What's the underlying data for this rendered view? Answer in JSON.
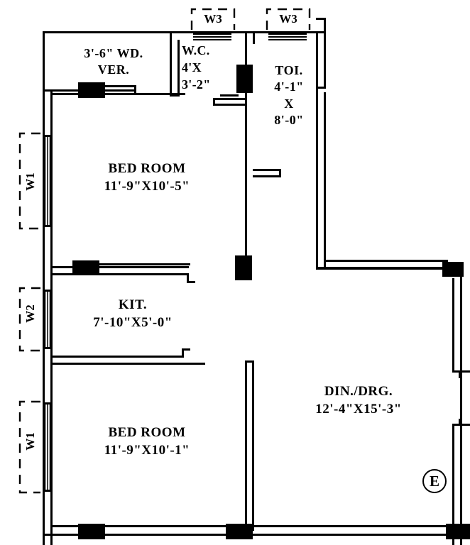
{
  "drawing": {
    "type": "architectural-floor-plan",
    "units": "feet-inches",
    "line_color": "#000000",
    "background_color": "#ffffff",
    "fill_color": "#000000"
  },
  "rooms": [
    {
      "id": "verandah",
      "name": "3'-6\" WD.",
      "sub": "VER.",
      "label": "3'-6\" WD.\nVER."
    },
    {
      "id": "bedroom-top",
      "name": "BED ROOM",
      "dimensions": "11'-9\"X10'-5\"",
      "label": "BED ROOM\n11'-9\"X10'-5\""
    },
    {
      "id": "water-closet",
      "name": "W.C.",
      "dimensions": "4'X\n3'-2\"",
      "label": "W.C.\n4'X\n3'-2\""
    },
    {
      "id": "toilet",
      "name": "TOI.",
      "dimensions": "4'-1\"\nX\n8'-0\"",
      "label": "TOI.\n4'-1\"\nX\n8'-0\""
    },
    {
      "id": "kitchen",
      "name": "KIT.",
      "dimensions": "7'-10\"X5'-0\"",
      "label": "KIT.\n7'-10\"X5'-0\""
    },
    {
      "id": "bedroom-bottom",
      "name": "BED ROOM",
      "dimensions": "11'-9\"X10'-1\"",
      "label": "BED ROOM\n11'-9\"X10'-1\""
    },
    {
      "id": "dining-drawing",
      "name": "DIN./DRG.",
      "dimensions": "12'-4\"X15'-3\"",
      "label": "DIN./DRG.\n12'-4\"X15'-3\""
    }
  ],
  "window_tags": [
    {
      "id": "w3-left",
      "label": "W3",
      "orientation": "horizontal"
    },
    {
      "id": "w3-right",
      "label": "W3",
      "orientation": "horizontal"
    },
    {
      "id": "w1-top",
      "label": "W1",
      "orientation": "vertical"
    },
    {
      "id": "w2",
      "label": "W2",
      "orientation": "vertical"
    },
    {
      "id": "w1-bottom",
      "label": "W1",
      "orientation": "vertical"
    }
  ],
  "markers": [
    {
      "id": "entry-marker",
      "label": "E",
      "shape": "circle"
    }
  ],
  "room_labels": {
    "verandah_line1": "3'-6\" WD.",
    "verandah_line2": "VER.",
    "bedroom_top_line1": "BED ROOM",
    "bedroom_top_line2": "11'-9\"X10'-5\"",
    "wc_line1": "W.C.",
    "wc_line2": "4'X",
    "wc_line3": "3'-2\"",
    "toilet_line1": "TOI.",
    "toilet_line2": "4'-1\"",
    "toilet_line3": "X",
    "toilet_line4": "8'-0\"",
    "kitchen_line1": "KIT.",
    "kitchen_line2": "7'-10\"X5'-0\"",
    "bedroom_bottom_line1": "BED ROOM",
    "bedroom_bottom_line2": "11'-9\"X10'-1\"",
    "dining_line1": "DIN./DRG.",
    "dining_line2": "12'-4\"X15'-3\"",
    "w3_left": "W3",
    "w3_right": "W3",
    "w1_top": "W1",
    "w2": "W2",
    "w1_bottom": "W1",
    "entry": "E"
  }
}
